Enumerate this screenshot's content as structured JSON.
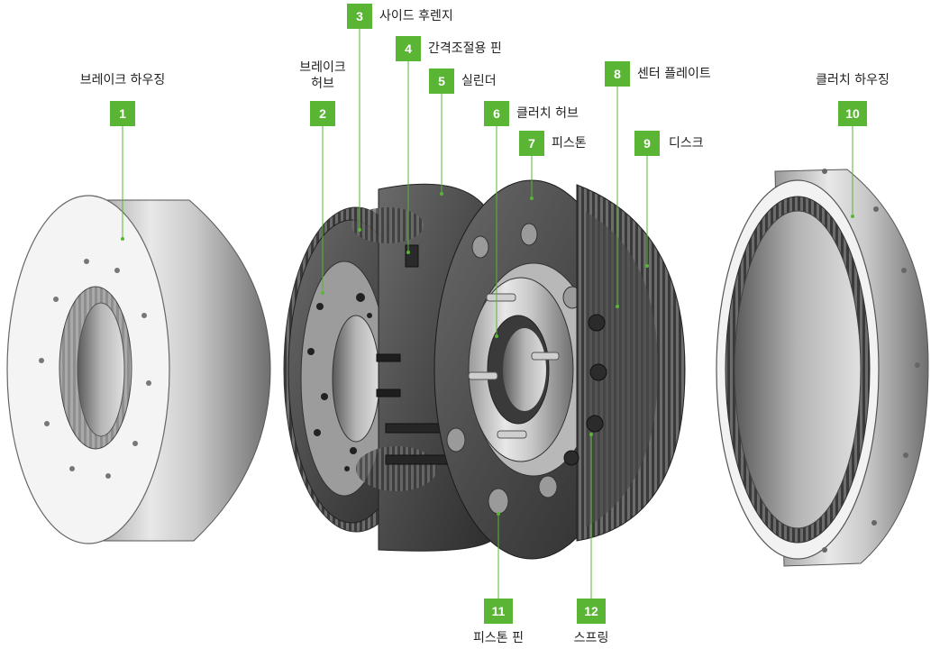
{
  "parts": [
    {
      "num": "1",
      "name": "브레이크 하우징"
    },
    {
      "num": "2",
      "name_line1": "브레이크",
      "name_line2": "허브"
    },
    {
      "num": "3",
      "name": "사이드 후렌지"
    },
    {
      "num": "4",
      "name": "간격조절용 핀"
    },
    {
      "num": "5",
      "name": "실린더"
    },
    {
      "num": "6",
      "name": "클러치 허브"
    },
    {
      "num": "7",
      "name": "피스톤"
    },
    {
      "num": "8",
      "name": "센터 플레이트"
    },
    {
      "num": "9",
      "name": "디스크"
    },
    {
      "num": "10",
      "name": "클러치 하우징"
    },
    {
      "num": "11",
      "name": "피스톤 핀"
    },
    {
      "num": "12",
      "name": "스프링"
    }
  ],
  "colors": {
    "badge": "#5ab535",
    "leader": "#5ab535",
    "text": "#222222"
  }
}
